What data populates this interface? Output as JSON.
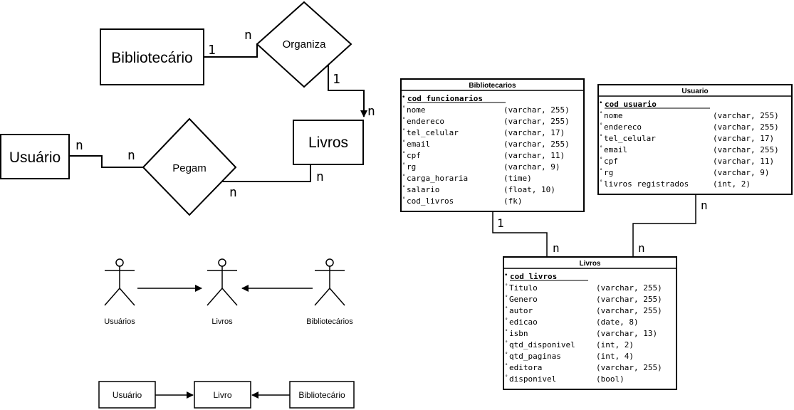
{
  "er": {
    "entities": {
      "bibliotecario": "Bibliotecário",
      "livros": "Livros",
      "usuario": "Usuário"
    },
    "relationships": {
      "organiza": "Organiza",
      "pegam": "Pegam"
    },
    "cardinalities": {
      "bib_organiza_bib": "1",
      "bib_organiza_org": "n",
      "organiza_livros_org": "1",
      "organiza_livros_liv": "n",
      "usuario_pegam_usr": "n",
      "usuario_pegam_peg": "n",
      "pegam_livros_liv": "n",
      "pegam_livros_peg": "n"
    }
  },
  "use_case": {
    "actors": {
      "usuarios": "Usuários",
      "livros": "Livros",
      "bibliotecarios": "Bibliotecários"
    }
  },
  "flow": {
    "usuario": "Usuário",
    "livro": "Livro",
    "bibliotecario": "Bibliotecário"
  },
  "tables": {
    "bibliotecarios": {
      "title": "Bibliotecarios",
      "pk": "cod_funcionarios",
      "columns": [
        {
          "name": "nome",
          "type": "(varchar, 255)"
        },
        {
          "name": "endereco",
          "type": "(varchar, 255)"
        },
        {
          "name": "tel_celular",
          "type": "(varchar, 17)"
        },
        {
          "name": "email",
          "type": "(varchar, 255)"
        },
        {
          "name": "cpf",
          "type": "(varchar, 11)"
        },
        {
          "name": "rg",
          "type": "(varchar, 9)"
        },
        {
          "name": "carga_horaria",
          "type": "(time)"
        },
        {
          "name": "salario",
          "type": "(float, 10)"
        },
        {
          "name": "cod_livros",
          "type": "(fk)"
        }
      ]
    },
    "usuario": {
      "title": "Usuario",
      "pk": "cod_usuario",
      "columns": [
        {
          "name": "nome",
          "type": "(varchar, 255)"
        },
        {
          "name": "endereco",
          "type": "(varchar, 255)"
        },
        {
          "name": "tel_celular",
          "type": "(varchar, 17)"
        },
        {
          "name": "email",
          "type": "(varchar, 255)"
        },
        {
          "name": "cpf",
          "type": "(varchar, 11)"
        },
        {
          "name": "rg",
          "type": "(varchar, 9)"
        },
        {
          "name": "livros registrados",
          "type": "(int, 2)"
        }
      ]
    },
    "livros": {
      "title": "Livros",
      "pk": "cod_livros",
      "columns": [
        {
          "name": "Titulo",
          "type": "(varchar, 255)"
        },
        {
          "name": "Genero",
          "type": "(varchar, 255)"
        },
        {
          "name": "autor",
          "type": "(varchar, 255)"
        },
        {
          "name": "edicao",
          "type": "(date, 8)"
        },
        {
          "name": "isbn",
          "type": "(varchar, 13)"
        },
        {
          "name": "qtd_disponivel",
          "type": "(int, 2)"
        },
        {
          "name": "qtd_paginas",
          "type": "(int, 4)"
        },
        {
          "name": "editora",
          "type": "(varchar, 255)"
        },
        {
          "name": "disponivel",
          "type": "(bool)"
        }
      ]
    },
    "links": {
      "bib_livros_bib": "1",
      "bib_livros_liv": "n",
      "usu_livros_usu": "n",
      "usu_livros_liv": "n"
    }
  }
}
